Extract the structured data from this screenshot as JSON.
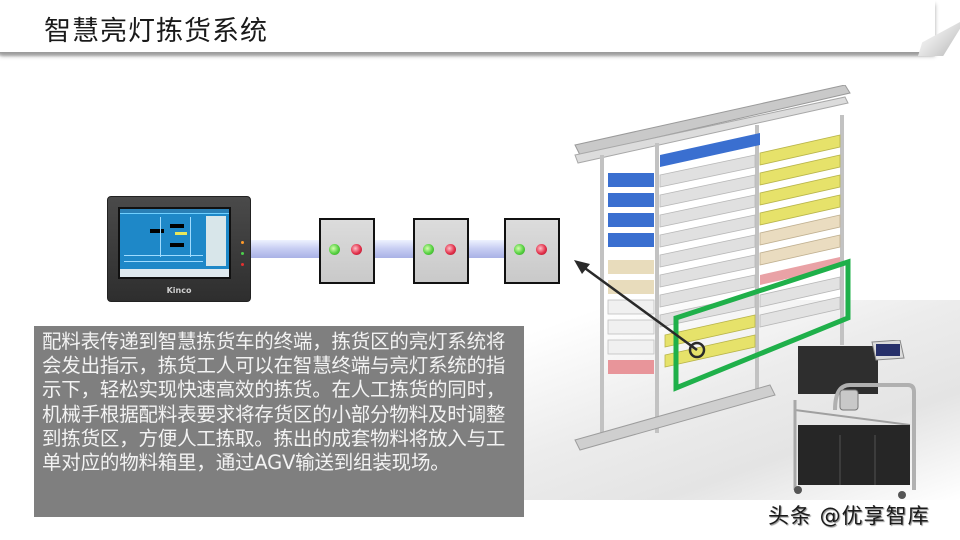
{
  "slide": {
    "title": "智慧亮灯拣货系统"
  },
  "hmi_terminal": {
    "brand": "Kinco",
    "screen_color": "#1e88c8"
  },
  "light_nodes": [
    {
      "green_led": "on",
      "red_led": "on"
    },
    {
      "green_led": "on",
      "red_led": "on"
    },
    {
      "green_led": "on",
      "red_led": "on"
    }
  ],
  "description": {
    "text": "配料表传递到智慧拣货车的终端，拣货区的亮灯系统将会发出指示，拣货工人可以在智慧终端与亮灯系统的指示下，轻松实现快速高效的拣货。在人工拣货的同时，机械手根据配料表要求将存货区的小部分物料及时调整到拣货区，方便人工拣取。拣出的成套物料将放入与工单对应的物料箱里，通过AGV输送到组装现场。"
  },
  "highlight": {
    "color": "#1fb04a"
  },
  "watermark": {
    "text": "头条 @优享智库"
  }
}
